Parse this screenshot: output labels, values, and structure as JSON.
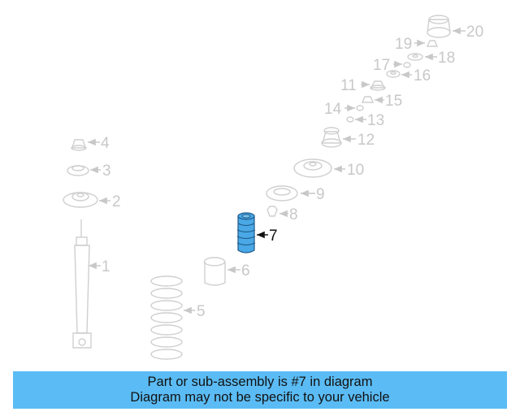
{
  "highlight_color": "#4aa8e6",
  "callouts": [
    "1",
    "2",
    "3",
    "4",
    "5",
    "6",
    "7",
    "8",
    "9",
    "10",
    "11",
    "12",
    "13",
    "14",
    "15",
    "16",
    "17",
    "18",
    "19",
    "20"
  ],
  "highlighted_part": "7",
  "banner": {
    "line1": "Part or sub-assembly is #7 in diagram",
    "line2": "Diagram may not be specific to your vehicle"
  }
}
